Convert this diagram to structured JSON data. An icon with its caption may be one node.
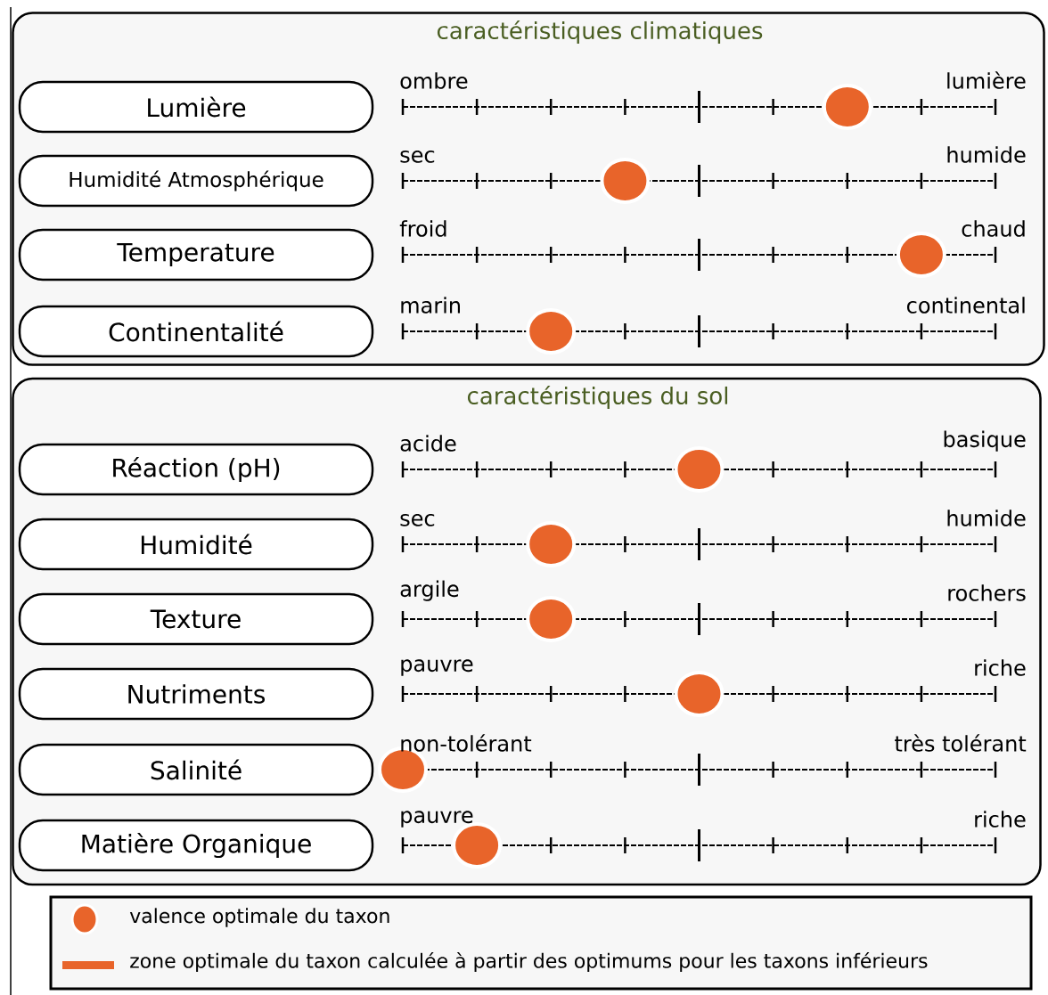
{
  "diagram": {
    "nodes": [
      {
        "text": [
          "caractéristiques climatiques"
        ]
      },
      {
        "text": [
          "Lumière"
        ],
        "in": 0
      },
      {
        "text": [
          "Humidité Atmosphérique"
        ],
        "in": 0
      },
      {
        "text": [
          "Temperature"
        ],
        "in": 0
      },
      {
        "text": [
          "Continentalité"
        ],
        "in": 0
      },
      {
        "text": [
          "caractéristiques du sol"
        ]
      },
      {
        "text": [
          "Réaction (pH)"
        ],
        "in": 5
      },
      {
        "text": [
          "Humidité"
        ],
        "in": 5
      },
      {
        "text": [
          "Texture"
        ],
        "in": 5
      },
      {
        "text": [
          "Nutriments"
        ],
        "in": 5
      },
      {
        "text": [
          "Salinité"
        ],
        "in": 5
      },
      {
        "text": [
          "Matière Organique"
        ],
        "in": 5
      }
    ],
    "edges": [],
    "labels": [
      "ombre",
      "lumière",
      "sec",
      "humide",
      "froid",
      "chaud",
      "marin",
      "continental",
      "acide",
      "basique",
      "sec",
      "humide",
      "argile",
      "rochers",
      "pauvre",
      "riche",
      "non-tolérant",
      "très tolérant",
      "pauvre",
      "riche"
    ],
    "legend": [
      {
        "text": "valence optimale du taxon"
      },
      {
        "text": "zone optimale du taxon calculée à partir des optimums pour les taxons inférieurs"
      }
    ]
  }
}
